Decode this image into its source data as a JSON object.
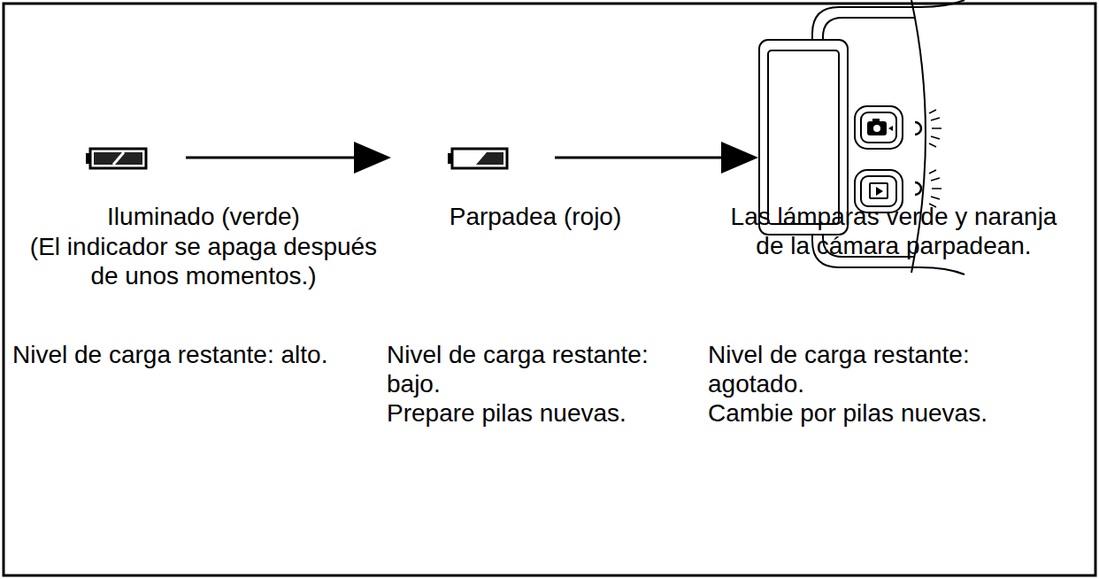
{
  "diagram": {
    "labels": [
      "Iluminado (verde)",
      "(El indicador se apaga después de unos momentos.)",
      "Parpadea (rojo)",
      "Las lámparas verde y naranja de la cámara parpadean.",
      "Nivel de carga restante: alto.",
      "Nivel de carga restante: bajo.",
      "Prepare pilas nuevas.",
      "Nivel de carga restante: agotado.",
      "Cambie por pilas nuevas."
    ]
  }
}
